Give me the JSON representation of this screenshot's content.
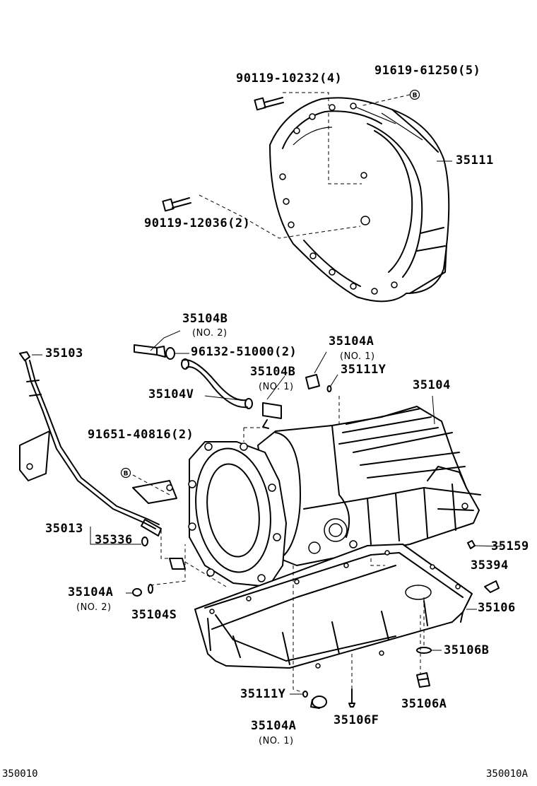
{
  "labels": {
    "p_90119_10232": "90119-10232(4)",
    "p_91619_61250": "91619-61250(5)",
    "p_35111": "35111",
    "p_90119_12036": "90119-12036(2)",
    "p_35104B_top": "35104B",
    "p_no2_top": "(NO. 2)",
    "p_96132": "96132-51000(2)",
    "p_35103": "35103",
    "p_35104A_top": "35104A",
    "p_no1_a": "(NO. 1)",
    "p_35104B_mid": "35104B",
    "p_35111Y_top": "35111Y",
    "p_no1_b": "(NO. 1)",
    "p_35104": "35104",
    "p_35104V": "35104V",
    "p_91651": "91651-40816(2)",
    "p_35013": "35013",
    "p_35336": "35336",
    "p_35159": "35159",
    "p_35394": "35394",
    "p_35104A_left": "35104A",
    "p_no2_left": "(NO. 2)",
    "p_35104S": "35104S",
    "p_35106": "35106",
    "p_35106B": "35106B",
    "p_35111Y_bot": "35111Y",
    "p_35106A": "35106A",
    "p_35104A_bot": "35104A",
    "p_35106F": "35106F",
    "p_no1_bot": "(NO. 1)"
  },
  "marker_letter": "B",
  "footer": {
    "left_code": "350010",
    "right_code": "350010A"
  }
}
